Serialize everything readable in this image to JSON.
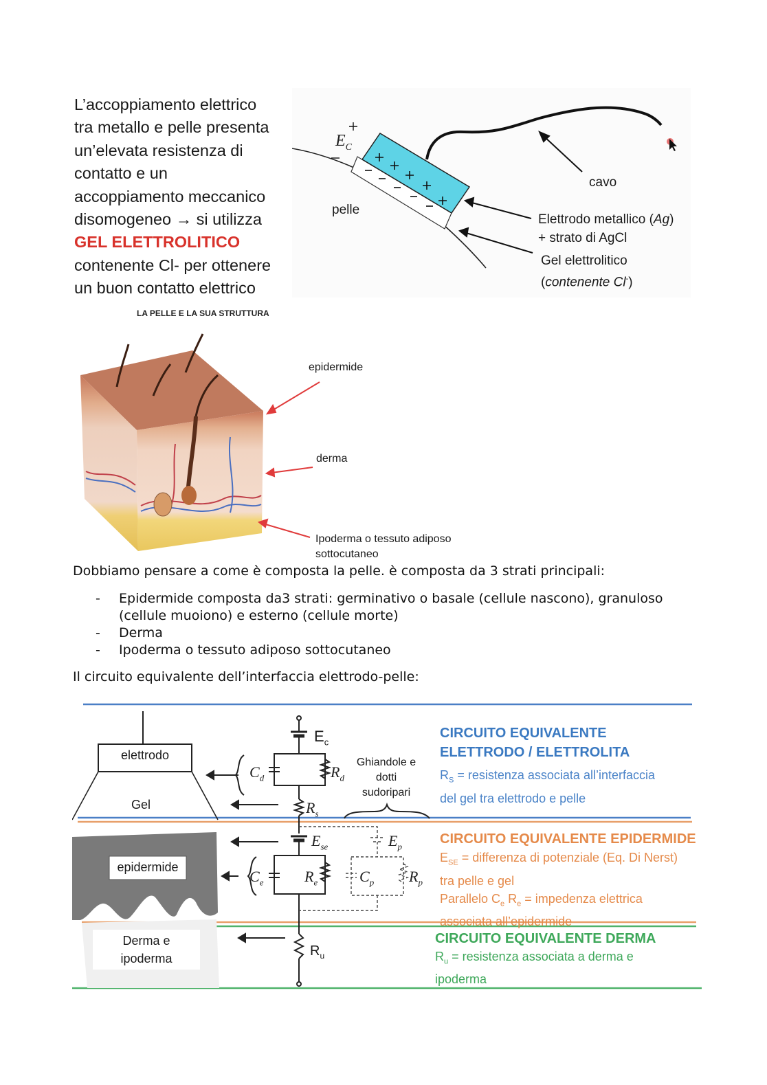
{
  "fig1": {
    "text_lines": [
      "L’accoppiamento elettrico",
      "tra metallo e pelle presenta",
      "un’elevata resistenza di",
      "contatto e un",
      "accoppiamento meccanico",
      "disomogeneo → si utilizza"
    ],
    "highlight": "GEL ELETTROLITICO",
    "text_lines_after": [
      "contenente Cl- per ottenere",
      "un buon contatto elettrico"
    ],
    "labels": {
      "ec": "E",
      "ec_sub": "C",
      "pelle": "pelle",
      "cavo": "cavo",
      "electrode_1": "Elettrodo metallico (",
      "electrode_ag": "Ag",
      "electrode_1_end": ")",
      "electrode_2": "+ strato di AgCl",
      "gel_1": "Gel elettrolitico",
      "gel_2_open": "(",
      "gel_2_it": "contenente Cl",
      "gel_2_sup": "-",
      "gel_2_close": ")"
    }
  },
  "fig2": {
    "title": "LA PELLE E LA SUA STRUTTURA",
    "epidermide": "epidermide",
    "derma": "derma",
    "ipoderma_1": "Ipoderma o tessuto adiposo",
    "ipoderma_2": "sottocutaneo"
  },
  "body": {
    "intro": "Dobbiamo pensare a come è composta la pelle. è composta da 3 strati principali:",
    "items": [
      "Epidermide composta da3 strati: germinativo o basale (cellule nascono), granuloso (cellule muoiono) e esterno (cellule morte)",
      "Derma",
      "Ipoderma o tessuto adiposo sottocutaneo"
    ],
    "circuit_intro": "Il circuito equivalente dell’interfaccia elettrodo-pelle:"
  },
  "fig3": {
    "elettrodo": "elettrodo",
    "gel": "Gel",
    "epidermide": "epidermide",
    "derma_1": "Derma e",
    "derma_2": "ipoderma",
    "ghiandole_1": "Ghiandole e",
    "ghiandole_2": "dotti",
    "ghiandole_3": "sudoripari",
    "ec": "E",
    "ec_sub": "c",
    "cd": "C",
    "cd_sub": "d",
    "rd": "R",
    "rd_sub": "d",
    "rs": "R",
    "rs_sub": "s",
    "ese": "E",
    "ese_sub": "se",
    "ep": "E",
    "ep_sub": "p",
    "ce": "C",
    "ce_sub": "e",
    "re": "R",
    "re_sub": "e",
    "cp": "C",
    "cp_sub": "p",
    "rp": "R",
    "rp_sub": "p",
    "ru": "R",
    "ru_sub": "u",
    "blue_h1": "CIRCUITO EQUIVALENTE",
    "blue_h2": "ELETTRODO / ELETTROLITA",
    "blue_t1_r": "R",
    "blue_t1_sub": "S",
    "blue_t1": " = resistenza associata all’interfaccia",
    "blue_t2": "del gel tra elettrodo e pelle",
    "or_h": "CIRCUITO EQUIVALENTE EPIDERMIDE",
    "or_t1_e": "E",
    "or_t1_sub": "SE",
    "or_t1": " = differenza di potenziale (Eq. Di Nerst)",
    "or_t2": "tra pelle e gel",
    "or_t3_a": "Parallelo C",
    "or_t3_sub1": "e",
    "or_t3_b": " R",
    "or_t3_sub2": "e",
    "or_t3_c": " = impedenza elettrica",
    "or_t4": "associata all’epidermide",
    "gr_h": "CIRCUITO EQUIVALENTE DERMA",
    "gr_t1_r": "R",
    "gr_t1_sub": "u",
    "gr_t1": " = resistenza associata a derma e",
    "gr_t2": "ipoderma"
  },
  "colors": {
    "highlight_red": "#d8322b",
    "electrode_cyan": "#5ed3e6",
    "blue": "#3a79c1",
    "orange": "#e58a4a",
    "green": "#3ea85a"
  }
}
